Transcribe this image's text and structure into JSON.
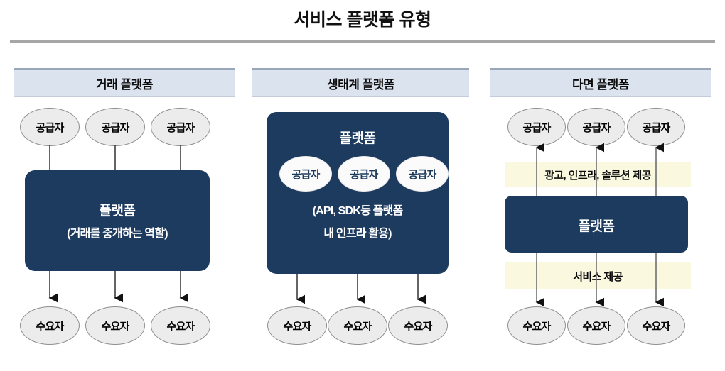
{
  "title": "서비스 플랫폼 유형",
  "labels": {
    "supplier": "공급자",
    "consumer": "수요자",
    "platform": "플랫폼"
  },
  "colors": {
    "platform_navy": "#1d3a5f",
    "header_blue": "#dbe3ee",
    "band_cream": "#fbf8e0",
    "node_gray": "#ececec",
    "rule_gray": "#a6a6a6"
  },
  "columns": [
    {
      "header": "거래 플랫폼",
      "suppliers": [
        "공급자",
        "공급자",
        "공급자"
      ],
      "platform_title": "플랫폼",
      "platform_sub": "(거래를 중개하는 역할)",
      "consumers": [
        "수요자",
        "수요자",
        "수요자"
      ],
      "supplier_link_style": "line",
      "consumer_link_style": "arrow-down"
    },
    {
      "header": "생태계 플랫폼",
      "platform_title": "플랫폼",
      "inner_suppliers": [
        "공급자",
        "공급자",
        "공급자"
      ],
      "platform_sub_line1": "(API,  SDK등 플랫폼",
      "platform_sub_line2": "내 인프라 활용)",
      "consumers": [
        "수요자",
        "수요자",
        "수요자"
      ],
      "consumer_link_style": "arrow-down"
    },
    {
      "header": "다면 플랫폼",
      "suppliers": [
        "공급자",
        "공급자",
        "공급자"
      ],
      "upper_band": "광고, 인프라, 솔루션 제공",
      "platform_title": "플랫폼",
      "lower_band": "서비스 제공",
      "consumers": [
        "수요자",
        "수요자",
        "수요자"
      ],
      "supplier_link_style": "arrow-up",
      "consumer_link_style": "arrow-down"
    }
  ]
}
